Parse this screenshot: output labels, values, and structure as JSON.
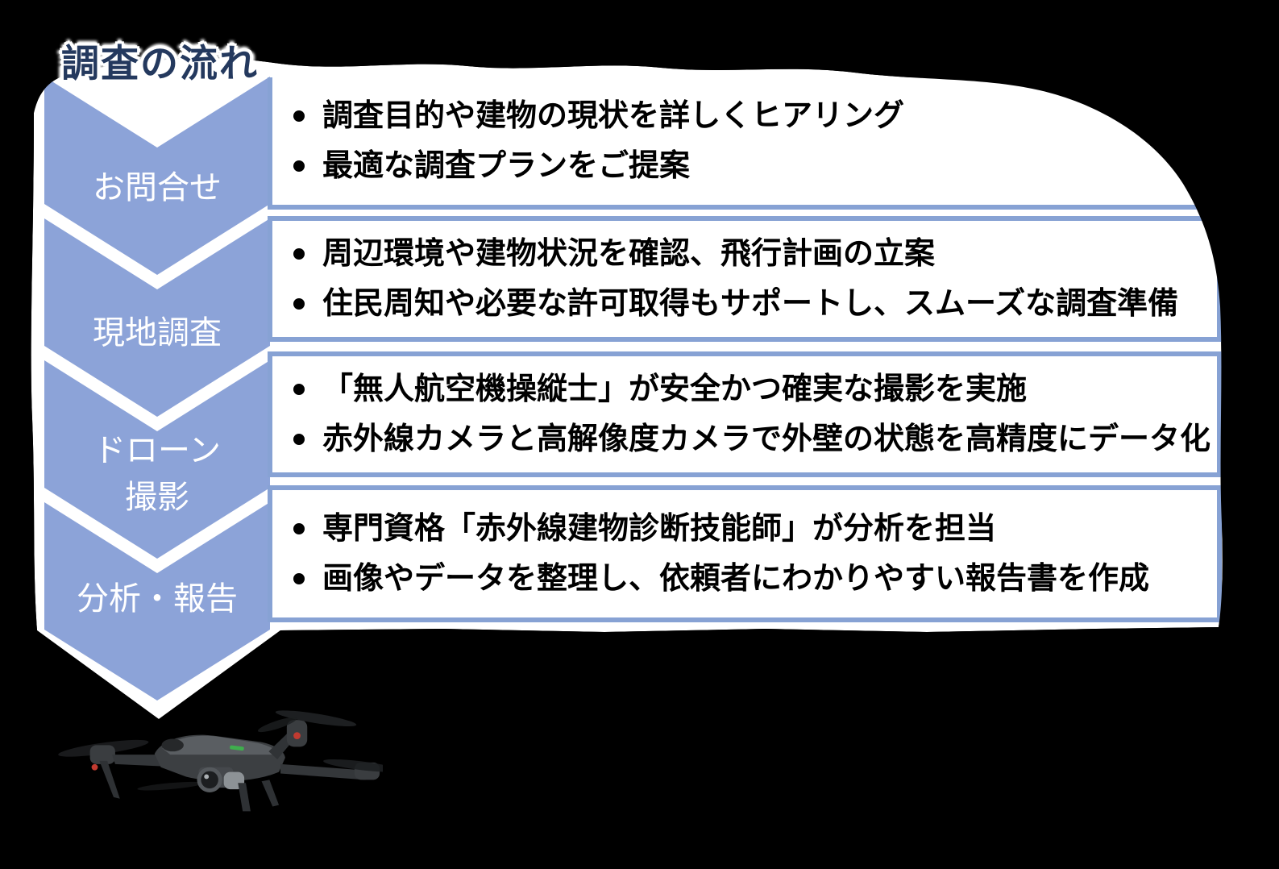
{
  "title": "調査の流れ",
  "colors": {
    "panel": "#FFFFFF",
    "chevron": "#8CA3D8",
    "row_border": "#87A2D4",
    "title": "#24395E",
    "text": "#000000",
    "background": "#000000"
  },
  "steps": [
    {
      "label_lines": [
        "お問合せ"
      ],
      "bullets": [
        "調査目的や建物の現状を詳しくヒアリング",
        "最適な調査プランをご提案"
      ]
    },
    {
      "label_lines": [
        "現地調査"
      ],
      "bullets": [
        "周辺環境や建物状況を確認、飛行計画の立案",
        "住民周知や必要な許可取得もサポートし、スムーズな調査準備"
      ]
    },
    {
      "label_lines": [
        "ドローン",
        "撮影"
      ],
      "bullets": [
        "「無人航空機操縦士」が安全かつ確実な撮影を実施",
        "赤外線カメラと高解像度カメラで外壁の状態を高精度にデータ化"
      ]
    },
    {
      "label_lines": [
        "分析・報告"
      ],
      "bullets": [
        "専門資格「赤外線建物診断技能師」が分析を担当",
        "画像やデータを整理し、依頼者にわかりやすい報告書を作成"
      ]
    }
  ],
  "images": {
    "drone": "quadcopter-drone"
  }
}
